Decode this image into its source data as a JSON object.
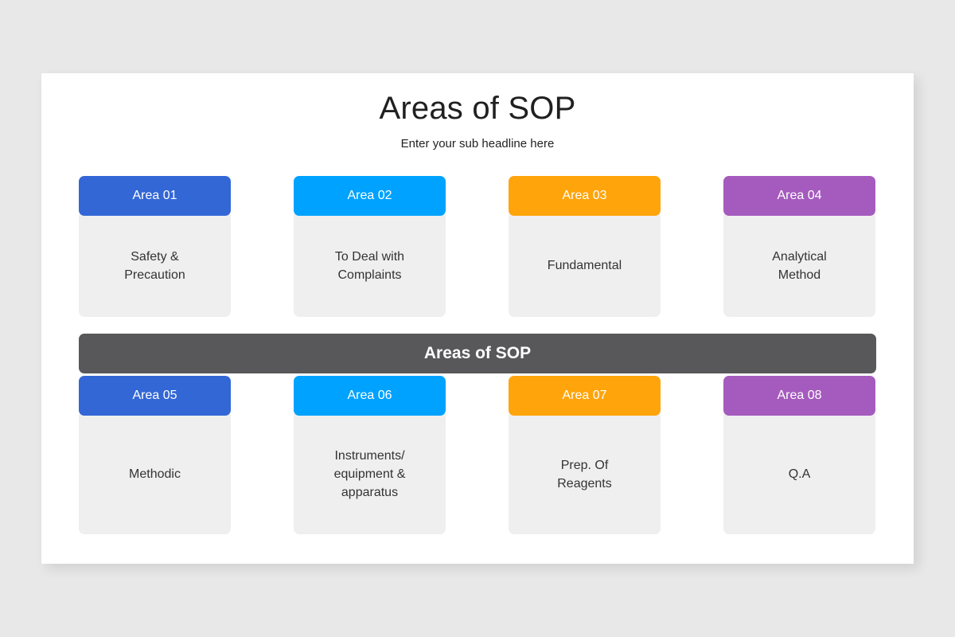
{
  "slide": {
    "title": "Areas of SOP",
    "subtitle": "Enter your sub headline here",
    "banner_label": "Areas of SOP",
    "colors": {
      "blue": "#3367d6",
      "cyan": "#00a2ff",
      "orange": "#ffa40a",
      "purple": "#a55bbe",
      "banner": "#58585a",
      "card_body": "#efefef",
      "slide_background": "#ffffff",
      "page_background": "#e8e8e8"
    }
  },
  "cards": [
    {
      "header": "Area 01",
      "body": "Safety &\nPrecaution",
      "color": "#3367d6",
      "row": "top"
    },
    {
      "header": "Area 02",
      "body": "To Deal with\nComplaints",
      "color": "#00a2ff",
      "row": "top"
    },
    {
      "header": "Area 03",
      "body": "Fundamental",
      "color": "#ffa40a",
      "row": "top"
    },
    {
      "header": "Area 04",
      "body": "Analytical\nMethod",
      "color": "#a55bbe",
      "row": "top"
    },
    {
      "header": "Area 05",
      "body": "Methodic",
      "color": "#3367d6",
      "row": "bottom"
    },
    {
      "header": "Area 06",
      "body": "Instruments/\nequipment &\napparatus",
      "color": "#00a2ff",
      "row": "bottom"
    },
    {
      "header": "Area 07",
      "body": "Prep. Of\nReagents",
      "color": "#ffa40a",
      "row": "bottom"
    },
    {
      "header": "Area 08",
      "body": "Q.A",
      "color": "#a55bbe",
      "row": "bottom"
    }
  ]
}
